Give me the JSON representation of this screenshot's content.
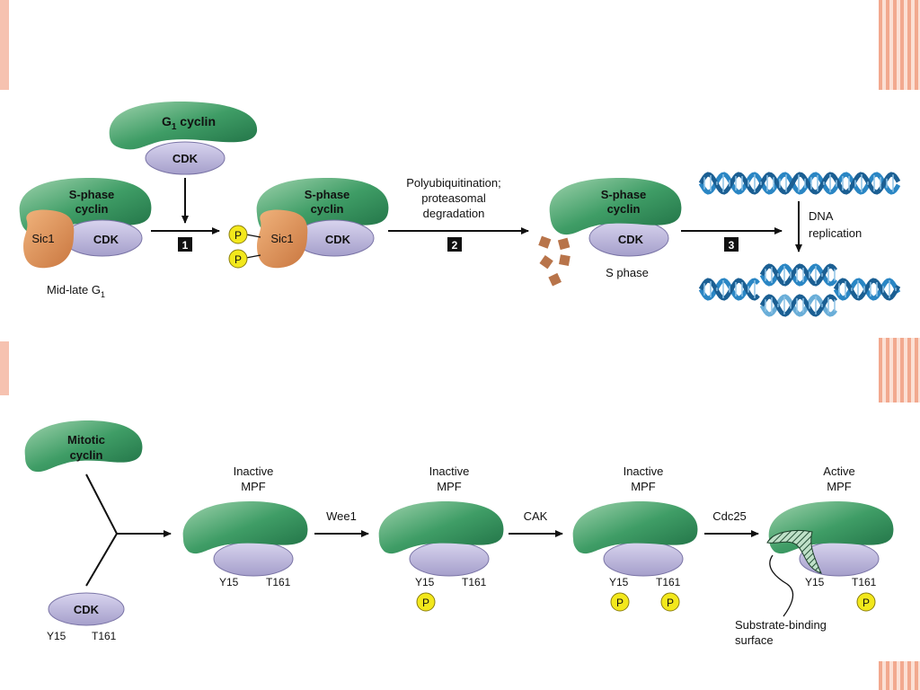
{
  "top": {
    "g1_cyclin": "G",
    "g1_sub": "1",
    "g1_cyclin_suffix": " cyclin",
    "cdk": "CDK",
    "s_phase": "S-phase",
    "cyclin": "cyclin",
    "sic1": "Sic1",
    "phospho": "P",
    "mid_late": "Mid-late G",
    "mid_late_sub": "1",
    "step1": "1",
    "step2": "2",
    "step3": "3",
    "polyubiq_1": "Polyubiquitination;",
    "polyubiq_2": "proteasomal",
    "polyubiq_3": "degradation",
    "s_phase_label": "S phase",
    "dna_1": "DNA",
    "dna_2": "replication"
  },
  "bottom": {
    "mitotic_1": "Mitotic",
    "mitotic_2": "cyclin",
    "cdk": "CDK",
    "y15": "Y15",
    "t161": "T161",
    "inactive": "Inactive",
    "active": "Active",
    "mpf": "MPF",
    "wee1": "Wee1",
    "cak": "CAK",
    "cdc25": "Cdc25",
    "phospho": "P",
    "substrate_1": "Substrate-binding",
    "substrate_2": "surface"
  },
  "colors": {
    "cyclin_green": "#3a9a62",
    "cdk_lavender": "#b8b2d8",
    "sic1_tan": "#d9935a",
    "phospho_yellow": "#f3e81c",
    "dna_blue": "#2a86c4",
    "fragment_brown": "#b8744a",
    "accent_coral": "#f2a98f"
  }
}
